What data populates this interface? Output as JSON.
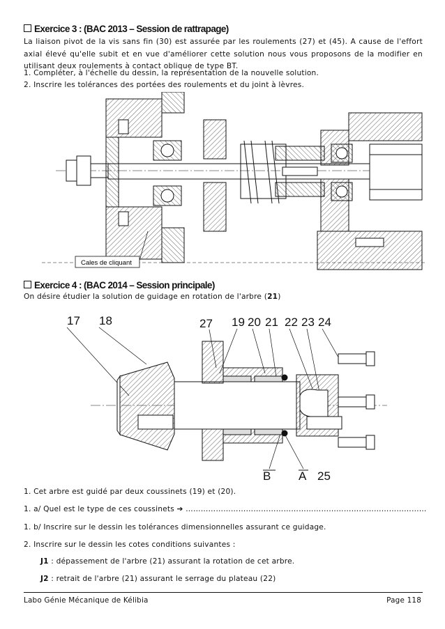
{
  "ex3": {
    "title": "Exercice 3 : (BAC 2013 – Session de rattrapage)",
    "intro": "La liaison pivot de la vis sans fin (30) est assurée par les roulements (27) et (45). A cause de l'effort axial élevé qu'elle subit et en vue d'améliorer cette solution nous vous proposons de la modifier en utilisant deux roulements à contact oblique de type BT.",
    "q1": "1. Compléter, à l'échelle du dessin, la représentation de la nouvelle solution.",
    "q2": "2. Inscrire les tolérances des portées des roulements et du joint à lèvres.",
    "figure_label": "Cales de cliquant"
  },
  "ex4": {
    "title": "Exercice 4 : (BAC 2014 – Session principale)",
    "intro_before": "On désire étudier la solution de guidage en rotation de l'arbre (",
    "intro_num": "21",
    "intro_after": ")",
    "callouts": [
      "17",
      "18",
      "27",
      "19",
      "20",
      "21",
      "22",
      "23",
      "24",
      "B",
      "A",
      "25"
    ],
    "q1": "1. Cet arbre est guidé par deux coussinets (19) et (20).",
    "q1a": "1. a/ Quel est le type de ces coussinets ➔ ……………………………………………………………………………………",
    "q1b": "1. b/ Inscrire sur le dessin les tolérances dimensionnelles assurant ce guidage.",
    "q2": "2. Inscrire sur le dessin les cotes conditions suivantes :",
    "j1_label": "J1",
    "j1_text": " : dépassement de l'arbre (21) assurant la rotation de cet arbre.",
    "j2_label": "J2",
    "j2_text": " : retrait de l'arbre (21) assurant le serrage du plateau (22)"
  },
  "footer": {
    "left": "Labo Génie Mécanique de Kélibia",
    "right": "Page 118"
  }
}
